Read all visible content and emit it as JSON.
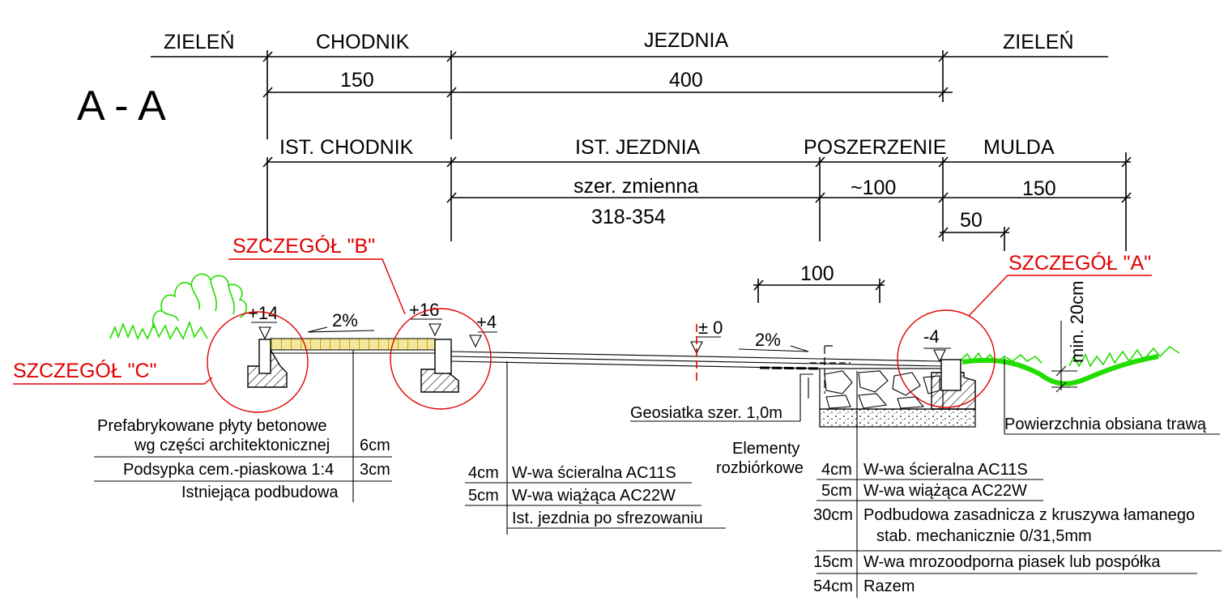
{
  "section_title": "A - A",
  "top_labels": {
    "zielen_left": "ZIELEŃ",
    "chodnik": "CHODNIK",
    "jezdnia": "JEZDNIA",
    "zielen_right": "ZIELEŃ"
  },
  "top_dims": {
    "chodnik_width": "150",
    "jezdnia_width": "400"
  },
  "existing_labels": {
    "ist_chodnik": "IST. CHODNIK",
    "ist_jezdnia": "IST. JEZDNIA",
    "poszerzenie": "POSZERZENIE",
    "mulda": "MULDA"
  },
  "existing_dims": {
    "szer_zmienna": "szer. zmienna",
    "range": "318-354",
    "poszerzenie": "~100",
    "mulda": "150",
    "fifty": "50",
    "hundred": "100"
  },
  "details": {
    "b": "SZCZEGÓŁ \"B\"",
    "a": "SZCZEGÓŁ \"A\"",
    "c": "SZCZEGÓŁ \"C\""
  },
  "levels": {
    "l14": "+14",
    "l16": "+16",
    "l4": "+4",
    "l0": "± 0",
    "lm4": "-4",
    "slope_left": "2%",
    "slope_right": "2%",
    "min20": "min. 20cm"
  },
  "annotations": {
    "geosiatka": "Geosiatka szer. 1,0m",
    "elementy1": "Elementy",
    "elementy2": "rozbiórkowe",
    "powierzchnia": "Powierzchnia obsiana trawą"
  },
  "sidewalk_layers": [
    {
      "name1": "Prefabrykowane płyty betonowe",
      "name2": "wg części architektonicznej",
      "thickness": "6cm"
    },
    {
      "name1": "Podsypka cem.-piaskowa 1:4",
      "thickness": "3cm"
    },
    {
      "name1": "Istniejąca podbudowa",
      "thickness": ""
    }
  ],
  "road_layers": [
    {
      "thickness": "4cm",
      "name": "W-wa ścieralna AC11S"
    },
    {
      "thickness": "5cm",
      "name": "W-wa wiążąca AC22W"
    },
    {
      "thickness": "",
      "name": "Ist. jezdnia po sfrezowaniu"
    }
  ],
  "widening_layers": [
    {
      "thickness": "4cm",
      "name": "W-wa ścieralna AC11S"
    },
    {
      "thickness": "5cm",
      "name": "W-wa wiążąca AC22W"
    },
    {
      "thickness": "30cm",
      "name": "Podbudowa zasadnicza z kruszywa łamanego",
      "name2": "stab. mechanicznie 0/31,5mm"
    },
    {
      "thickness": "15cm",
      "name": "W-wa mrozoodporna piasek lub pospółka"
    },
    {
      "thickness": "54cm",
      "name": "Razem"
    }
  ]
}
